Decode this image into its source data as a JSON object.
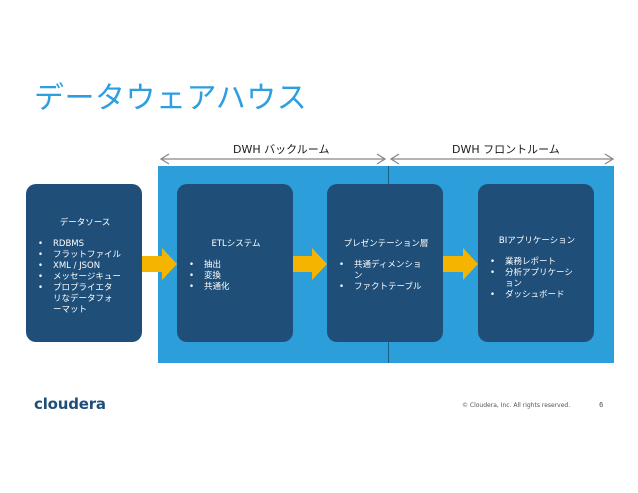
{
  "slide": {
    "title": "データウェアハウス",
    "sections": {
      "back": "DWH バックルーム",
      "front": "DWH フロントルーム"
    },
    "boxes": [
      {
        "heading": "データソース",
        "items": [
          "RDBMS",
          "フラットファイル",
          "XML / JSON",
          "メッセージキュー",
          "プロプライエタリなデータフォーマット"
        ]
      },
      {
        "heading": "ETLシステム",
        "items": [
          "抽出",
          "変換",
          "共通化"
        ]
      },
      {
        "heading": "プレゼンテーション層",
        "items": [
          "共通ディメンション",
          "ファクトテーブル"
        ]
      },
      {
        "heading": "BIアプリケーション",
        "items": [
          "業務レポート",
          "分析アプリケーション",
          "ダッシュボード"
        ]
      }
    ],
    "colors": {
      "title": "#2d9fe0",
      "panel": "#2c9ed9",
      "box": "#1f4f79",
      "arrow": "#f5b400"
    },
    "footer": {
      "logo": "cloudera",
      "copyright": "© Cloudera, Inc. All rights reserved.",
      "page": "6"
    }
  }
}
